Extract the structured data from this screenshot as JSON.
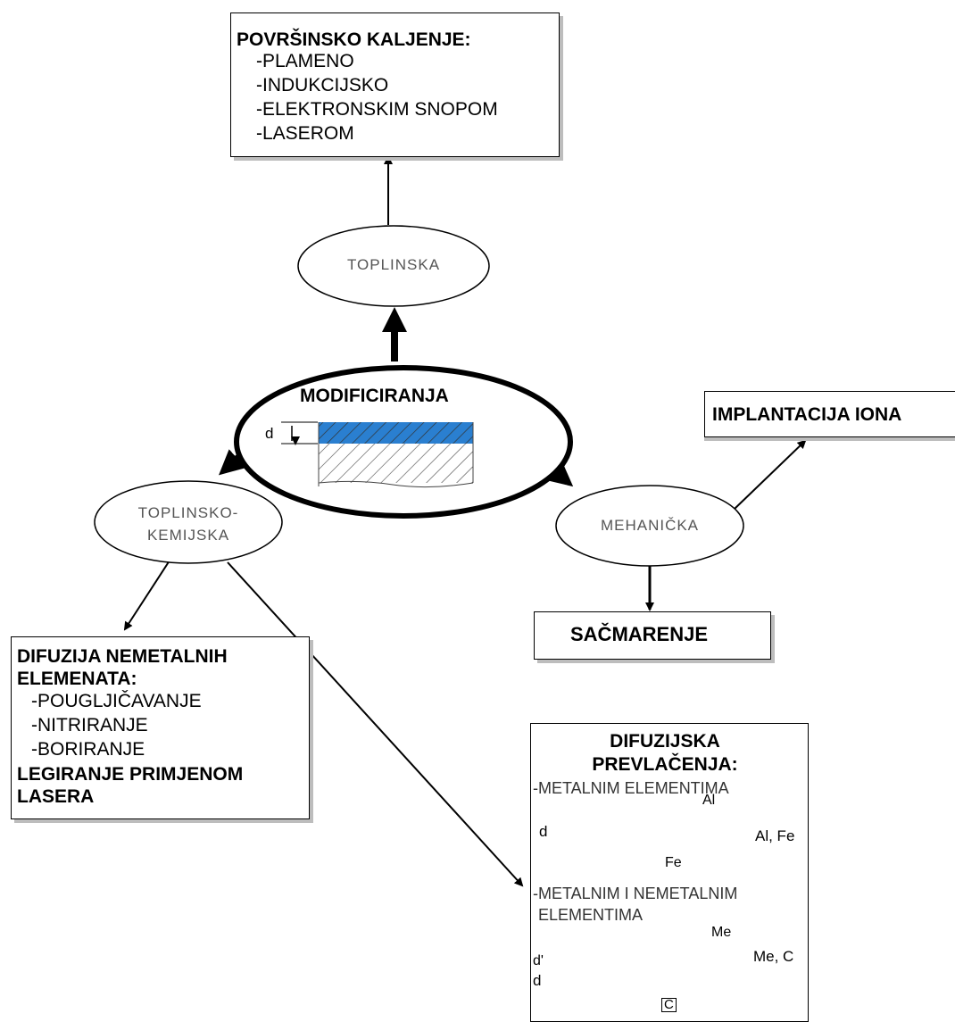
{
  "center": {
    "title": "MODIFICIRANJA",
    "d_label": "d",
    "colors": {
      "layer": "#2a7fd0",
      "substrate_hatch": "#555555"
    }
  },
  "branches": {
    "thermal": {
      "label": "TOPLINSKA",
      "box": {
        "title": "POVRŠINSKO KALJENJE:",
        "items": [
          "-PLAMENO",
          "-INDUKCIJSKO",
          "-ELEKTRONSKIM SNOPOM",
          "-LASEROM"
        ]
      }
    },
    "thermochemical": {
      "label_line1": "TOPLINSKO-",
      "label_line2": "KEMIJSKA",
      "box": {
        "title_line1": "DIFUZIJA NEMETALNIH",
        "title_line2": "ELEMENATA:",
        "items": [
          "-POUGLJIČAVANJE",
          "-NITRIRANJE",
          "-BORIRANJE"
        ],
        "footer_line1": "LEGIRANJE PRIMJENOM",
        "footer_line2": "LASERA"
      }
    },
    "mechanical": {
      "label": "MEHANIČKA",
      "box_implant": "IMPLANTACIJA IONA",
      "box_shot": "SAČMARENJE"
    },
    "diffusion_coatings": {
      "title_line1": "DIFUZIJSKA",
      "title_line2": "PREVLAČENJA:",
      "case1": {
        "label": "-METALNIM ELEMENTIMA",
        "top_label": "Al",
        "right_label": "Al, Fe",
        "bottom_label": "Fe",
        "d_label": "d",
        "color": "#f0a6d2"
      },
      "case2": {
        "label_line1": "-METALNIM I NEMETALNIM",
        "label_line2": "ELEMENTIMA",
        "top_label": "Me",
        "right_label": "Me, C",
        "bottom_label": "C",
        "d1_label": "d'",
        "d2_label": "d",
        "color_top": "#d62a1e",
        "color_bottom": "#2a7fd0"
      }
    }
  }
}
